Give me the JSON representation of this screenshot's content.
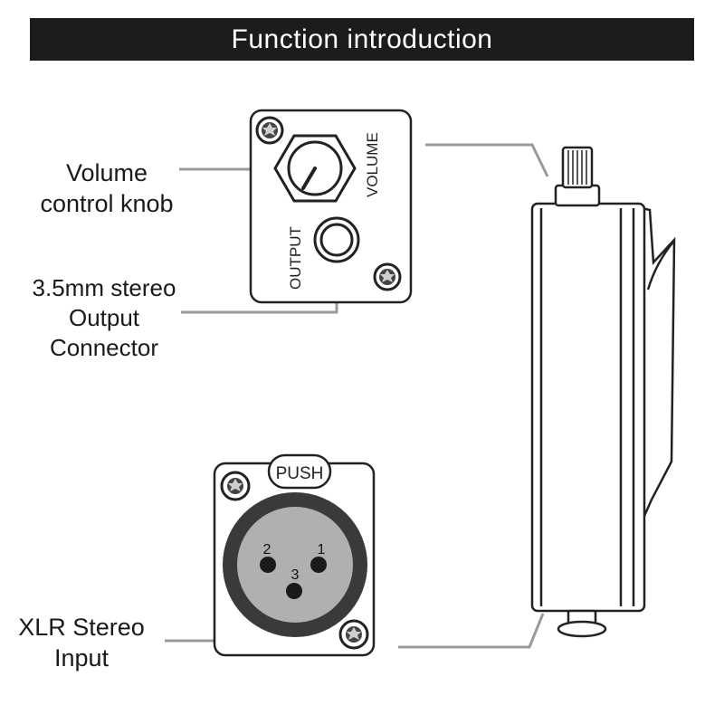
{
  "banner": {
    "title": "Function introduction"
  },
  "labels": {
    "volume_knob": [
      "Volume",
      "control knob"
    ],
    "output_connector": [
      "3.5mm stereo",
      "Output",
      "Connector"
    ],
    "xlr_input": [
      "XLR Stereo",
      "Input"
    ]
  },
  "panel_text": {
    "volume": "VOLUME",
    "output": "OUTPUT",
    "push": "PUSH",
    "pin_1": "1",
    "pin_2": "2",
    "pin_3": "3"
  },
  "colors": {
    "banner_bg": "#1c1c1c",
    "banner_text": "#ffffff",
    "leader_line": "#9a9a9a",
    "outline": "#222222",
    "xlr_ring": "#3a3a3a",
    "xlr_insert": "#b0b0b0"
  }
}
